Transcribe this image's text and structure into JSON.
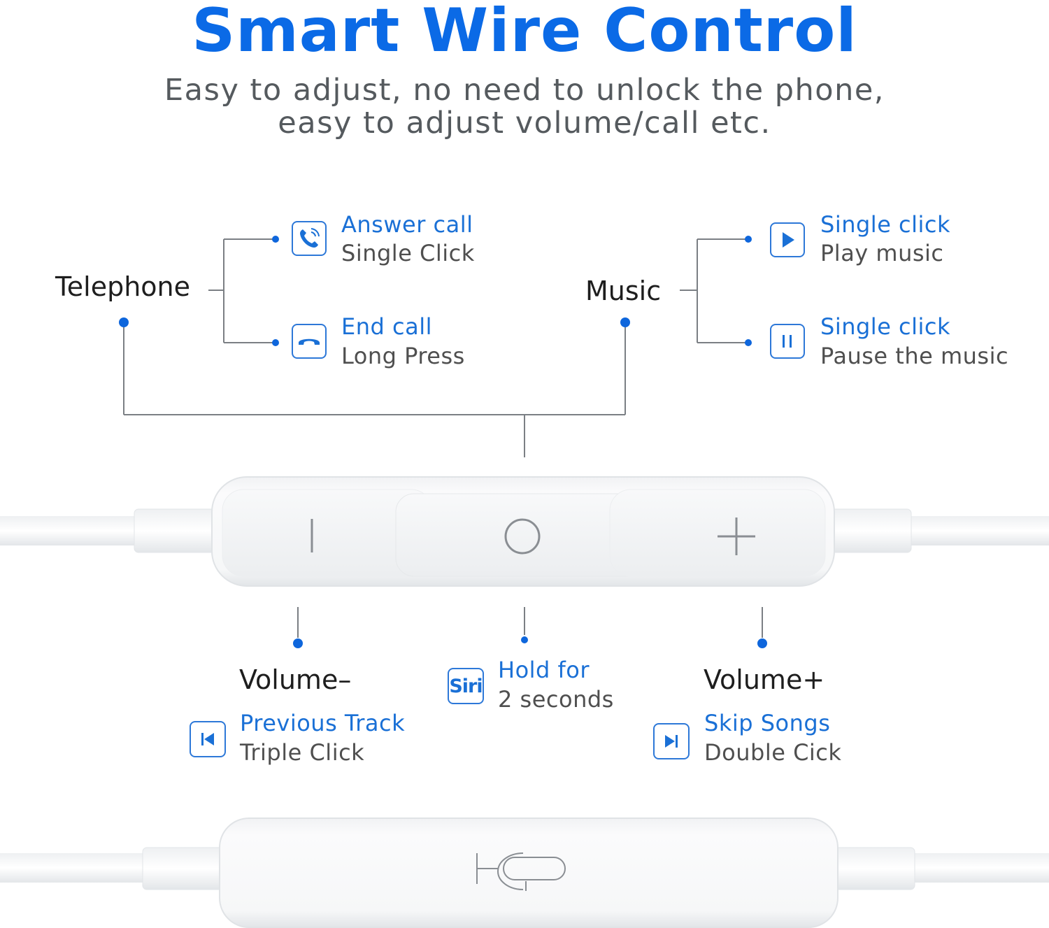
{
  "header": {
    "title": "Smart Wire Control",
    "subtitle_line1": "Easy to adjust, no need to unlock the phone,",
    "subtitle_line2": "easy to adjust volume/call etc."
  },
  "telephone": {
    "label": "Telephone",
    "answer": {
      "action": "Answer call",
      "gesture": "Single Click",
      "icon": "phone-ringing-icon"
    },
    "end": {
      "action": "End call",
      "gesture": "Long Press",
      "icon": "hang-up-icon"
    }
  },
  "music": {
    "label": "Music",
    "play": {
      "action": "Single click",
      "gesture": "Play music",
      "icon": "play-icon"
    },
    "pause": {
      "action": "Single click",
      "gesture": "Pause the music",
      "icon": "pause-icon"
    }
  },
  "volume_down": {
    "label": "Volume–",
    "action": "Previous Track",
    "gesture": "Triple Click",
    "icon": "previous-track-icon"
  },
  "siri": {
    "badge": "Siri",
    "line1": "Hold for",
    "line2": "2 seconds"
  },
  "volume_up": {
    "label": "Volume+",
    "action": "Skip Songs",
    "gesture": "Double Cick",
    "icon": "next-track-icon"
  },
  "colors": {
    "accent": "#0b6ae6",
    "label_blue": "#1a70d6",
    "text_grey": "#4f4f4f",
    "connector": "#7b7f84"
  }
}
